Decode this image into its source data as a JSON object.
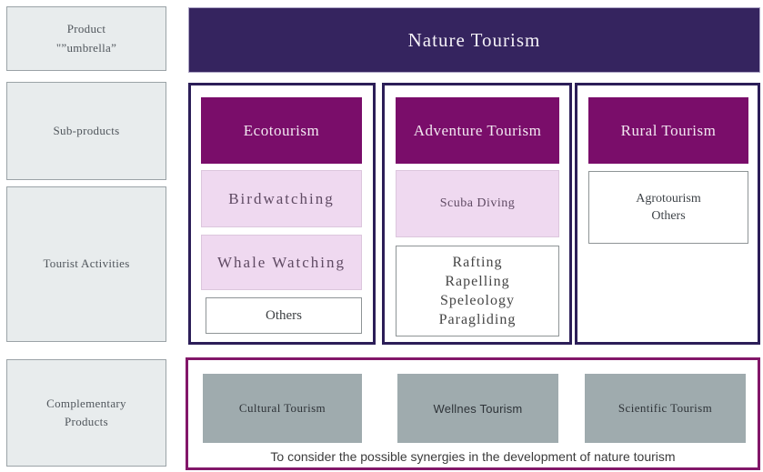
{
  "sidebar": {
    "items": [
      {
        "label": "Product\n\"”umbrella”"
      },
      {
        "label": "Sub-products"
      },
      {
        "label": "Tourist Activities"
      },
      {
        "label": "Complementary\nProducts"
      }
    ]
  },
  "header": {
    "title": "Nature Tourism"
  },
  "columns": [
    {
      "title": "Ecotourism",
      "items": [
        {
          "label": "Birdwatching"
        },
        {
          "label": "Whale Watching"
        },
        {
          "label": "Others"
        }
      ]
    },
    {
      "title": "Adventure Tourism",
      "items": [
        {
          "label": "Scuba Diving"
        },
        {
          "label": "Rafting\nRapelling\nSpeleology\nParagliding"
        }
      ]
    },
    {
      "title": "Rural Tourism",
      "items": [
        {
          "label": "Agrotourism\nOthers"
        }
      ]
    }
  ],
  "complementary": {
    "boxes": [
      {
        "label": "Cultural Tourism"
      },
      {
        "label": "Wellnes Tourism"
      },
      {
        "label": "Scientific Tourism"
      }
    ],
    "note": "To consider the possible synergies in the development of nature tourism"
  },
  "colors": {
    "header_bg": "#35245f",
    "column_border": "#2c1e58",
    "subproduct_bg": "#7a0d6a",
    "activity_pink_bg": "#efd9f0",
    "complementary_box_bg": "#9fabae",
    "complementary_border": "#821769",
    "label_box_bg": "#e8eced"
  }
}
